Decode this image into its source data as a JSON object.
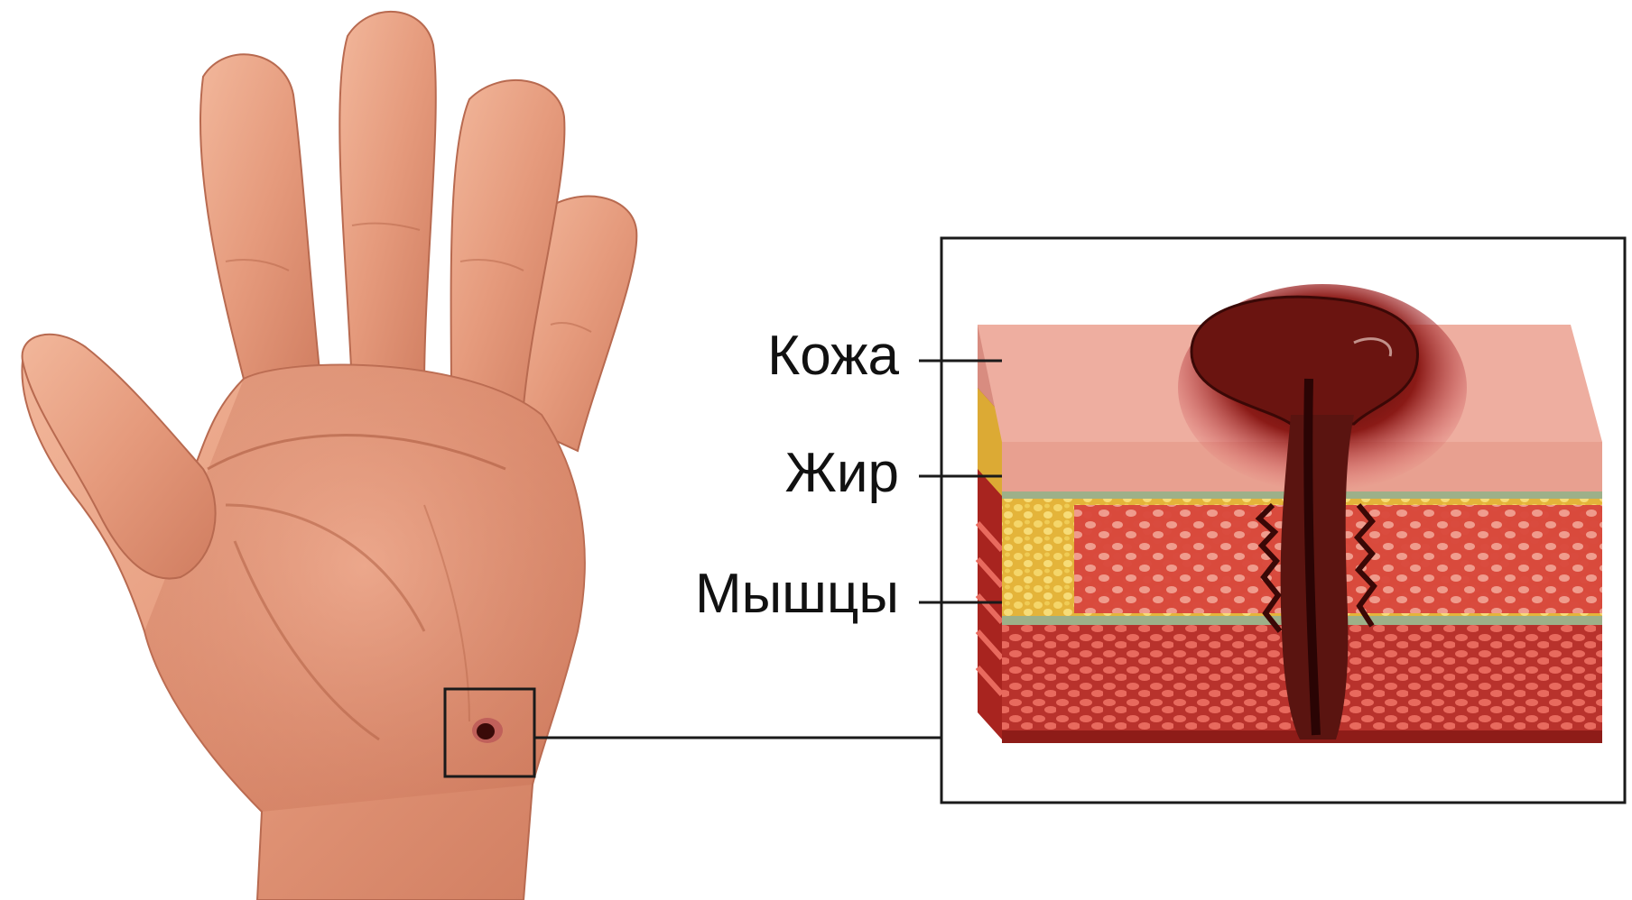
{
  "diagram": {
    "labels": {
      "skin": "Кожа",
      "fat": "Жир",
      "muscles": "Мышцы"
    },
    "colors": {
      "hand_skin": "#e9a184",
      "skin_layer": "#eeaea0",
      "fat_layer": "#e8c14a",
      "muscle_layer": "#e05a55",
      "wound": "#5a1410",
      "frame": "#1a1a1a"
    },
    "icons": {
      "hand": "hand-palm-illustration",
      "wound": "puncture-wound-icon",
      "cross_section": "tissue-cross-section-illustration"
    }
  }
}
